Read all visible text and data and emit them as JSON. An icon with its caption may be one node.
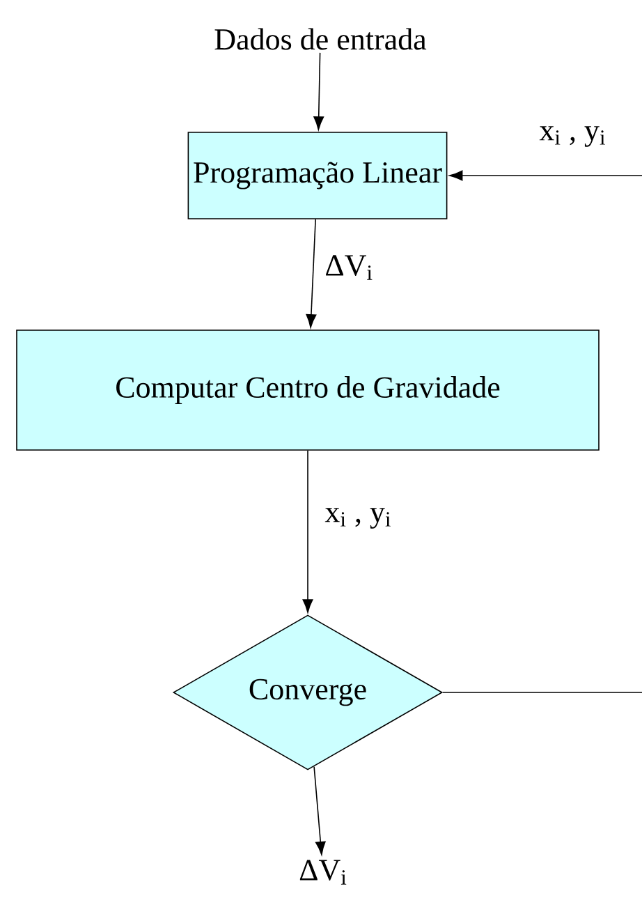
{
  "diagram": {
    "nodes": [
      {
        "text": [
          "Dados de entrada"
        ]
      },
      {
        "text": [
          "Programação Linear"
        ]
      },
      {
        "text": [
          "Computar Centro de Gravidade"
        ]
      },
      {
        "text": [
          "Converge"
        ]
      },
      {
        "text": [
          "ΔV$_{i}$"
        ]
      }
    ],
    "edges": [
      {
        "from": 0,
        "to": 1,
        "arrow": "to"
      },
      {
        "from": 1,
        "to": 2,
        "arrow": "to",
        "label": "ΔV$_{i}$"
      },
      {
        "from": 2,
        "to": 3,
        "arrow": "to",
        "label": "x$_{i}$ , y$_{i}$"
      },
      {
        "from": 3,
        "to": 4,
        "arrow": "to"
      },
      {
        "from": null,
        "to": 1,
        "arrow": "to",
        "label": "x$_{i}$ , y$_{i}$"
      },
      {
        "from": 3,
        "to": null,
        "arrow": "none"
      }
    ]
  }
}
